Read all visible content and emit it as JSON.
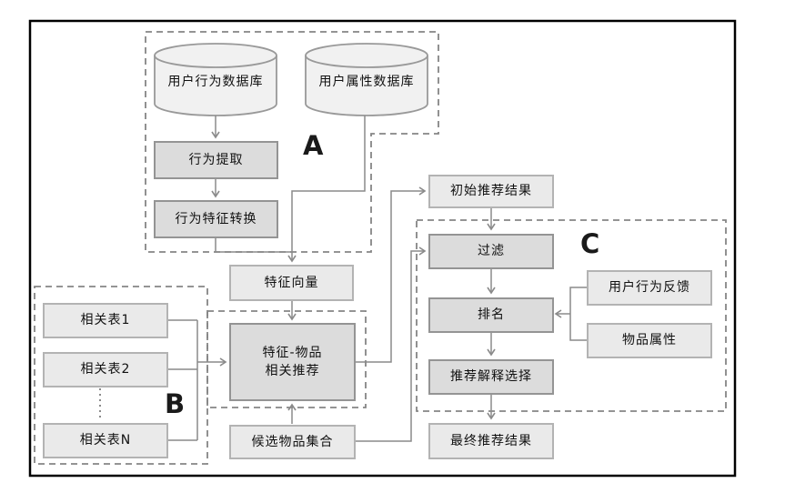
{
  "diagram": {
    "sections": {
      "a_label": "A",
      "b_label": "B",
      "c_label": "C"
    },
    "nodes": {
      "db_user_behavior": "用户行为数据库",
      "db_user_attribute": "用户属性数据库",
      "behavior_extraction": "行为提取",
      "behavior_feature_conversion": "行为特征转换",
      "feature_vector": "特征向量",
      "feature_item_rec_line1": "特征-物品",
      "feature_item_rec_line2": "相关推荐",
      "related_table_1": "相关表1",
      "related_table_2": "相关表2",
      "related_table_n": "相关表N",
      "candidate_item_set": "候选物品集合",
      "initial_rec_result": "初始推荐结果",
      "filter": "过滤",
      "ranking": "排名",
      "rec_explanation_selection": "推荐解释选择",
      "final_rec_result": "最终推荐结果",
      "user_behavior_feedback": "用户行为反馈",
      "item_attribute": "物品属性"
    },
    "edges": [
      {
        "from": "db_user_behavior",
        "to": "behavior_extraction"
      },
      {
        "from": "behavior_extraction",
        "to": "behavior_feature_conversion"
      },
      {
        "from": "behavior_feature_conversion",
        "to": "feature_vector"
      },
      {
        "from": "db_user_attribute",
        "to": "feature_vector"
      },
      {
        "from": "feature_vector",
        "to": "feature_item_rec"
      },
      {
        "from": "related_table_1",
        "to": "feature_item_rec"
      },
      {
        "from": "related_table_2",
        "to": "feature_item_rec"
      },
      {
        "from": "related_table_n",
        "to": "feature_item_rec"
      },
      {
        "from": "candidate_item_set",
        "to": "feature_item_rec"
      },
      {
        "from": "feature_item_rec",
        "to": "initial_rec_result"
      },
      {
        "from": "initial_rec_result",
        "to": "filter"
      },
      {
        "from": "candidate_item_set",
        "to": "filter"
      },
      {
        "from": "filter",
        "to": "ranking"
      },
      {
        "from": "user_behavior_feedback",
        "to": "ranking"
      },
      {
        "from": "item_attribute",
        "to": "ranking"
      },
      {
        "from": "ranking",
        "to": "rec_explanation_selection"
      },
      {
        "from": "rec_explanation_selection",
        "to": "final_rec_result"
      }
    ],
    "palette": {
      "line": "#8a8a8a",
      "dashed_border": "#858585",
      "box_light_fill": "#eaeaea",
      "box_light_border": "#b3b3b3",
      "box_dark_fill": "#dcdcdc",
      "box_dark_border": "#949494",
      "cylinder_fill": "#f1f1f1",
      "cylinder_border": "#999999",
      "frame": "#000000",
      "text": "#111111"
    }
  }
}
